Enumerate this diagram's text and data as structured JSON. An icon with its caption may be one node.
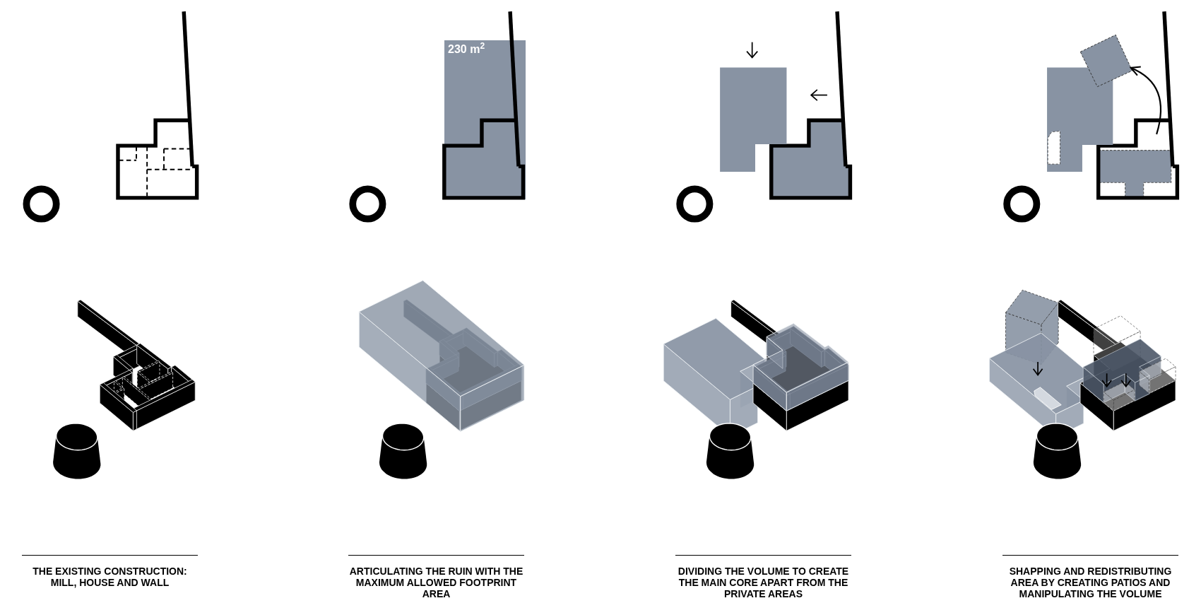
{
  "diagram": {
    "nodes": [
      {
        "text": [
          "230 m$^{2}$"
        ]
      },
      {
        "text": [],
        "shape": "box"
      },
      {
        "text": [],
        "shape": "box"
      },
      {
        "text": [],
        "shape": "box"
      }
    ],
    "edges": [
      {
        "from": null,
        "to": 2,
        "arrow": "to"
      }
    ],
    "labels": [
      "THE EXISTING CONSTRUCTION: MILL, HOUSE AND WALL",
      "ARTICULATING THE RUIN WITH THE MAXIMUM ALLOWED FOOTPRINT AREA",
      "DIVIDING THE VOLUME TO CREATE THE MAIN CORE APART FROM THE PRIVATE AREAS",
      "SHAPPING AND REDISTRIBUTING AREA BY CREATING PATIOS AND MANIPULATING THE VOLUME"
    ]
  }
}
